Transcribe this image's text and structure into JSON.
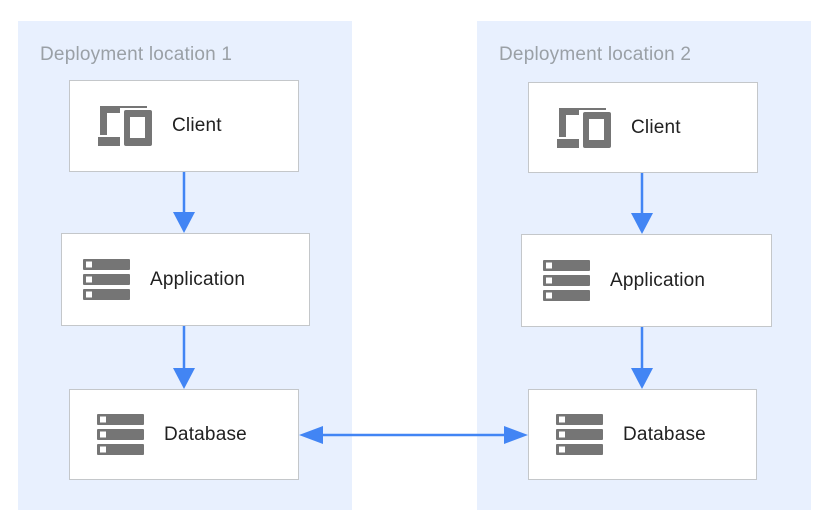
{
  "diagram": {
    "zones": [
      {
        "id": "zone-1",
        "label": "Deployment location 1",
        "nodes": [
          {
            "id": "client-1",
            "label": "Client",
            "icon": "devices-icon"
          },
          {
            "id": "application-1",
            "label": "Application",
            "icon": "server-stack-icon"
          },
          {
            "id": "database-1",
            "label": "Database",
            "icon": "server-stack-icon"
          }
        ]
      },
      {
        "id": "zone-2",
        "label": "Deployment location 2",
        "nodes": [
          {
            "id": "client-2",
            "label": "Client",
            "icon": "devices-icon"
          },
          {
            "id": "application-2",
            "label": "Application",
            "icon": "server-stack-icon"
          },
          {
            "id": "database-2",
            "label": "Database",
            "icon": "server-stack-icon"
          }
        ]
      }
    ],
    "connections": [
      {
        "from": "client-1",
        "to": "application-1",
        "direction": "down"
      },
      {
        "from": "application-1",
        "to": "database-1",
        "direction": "down"
      },
      {
        "from": "client-2",
        "to": "application-2",
        "direction": "down"
      },
      {
        "from": "application-2",
        "to": "database-2",
        "direction": "down"
      },
      {
        "from": "database-1",
        "to": "database-2",
        "direction": "bidirectional"
      }
    ],
    "colors": {
      "zone-bg": "#e8f0fe",
      "arrow": "#4285f4",
      "node-bg": "#ffffff",
      "node-border": "#c4c7ca",
      "icon-gray": "#757575",
      "zone-label": "#9aa0a6",
      "node-label": "#212121"
    }
  }
}
